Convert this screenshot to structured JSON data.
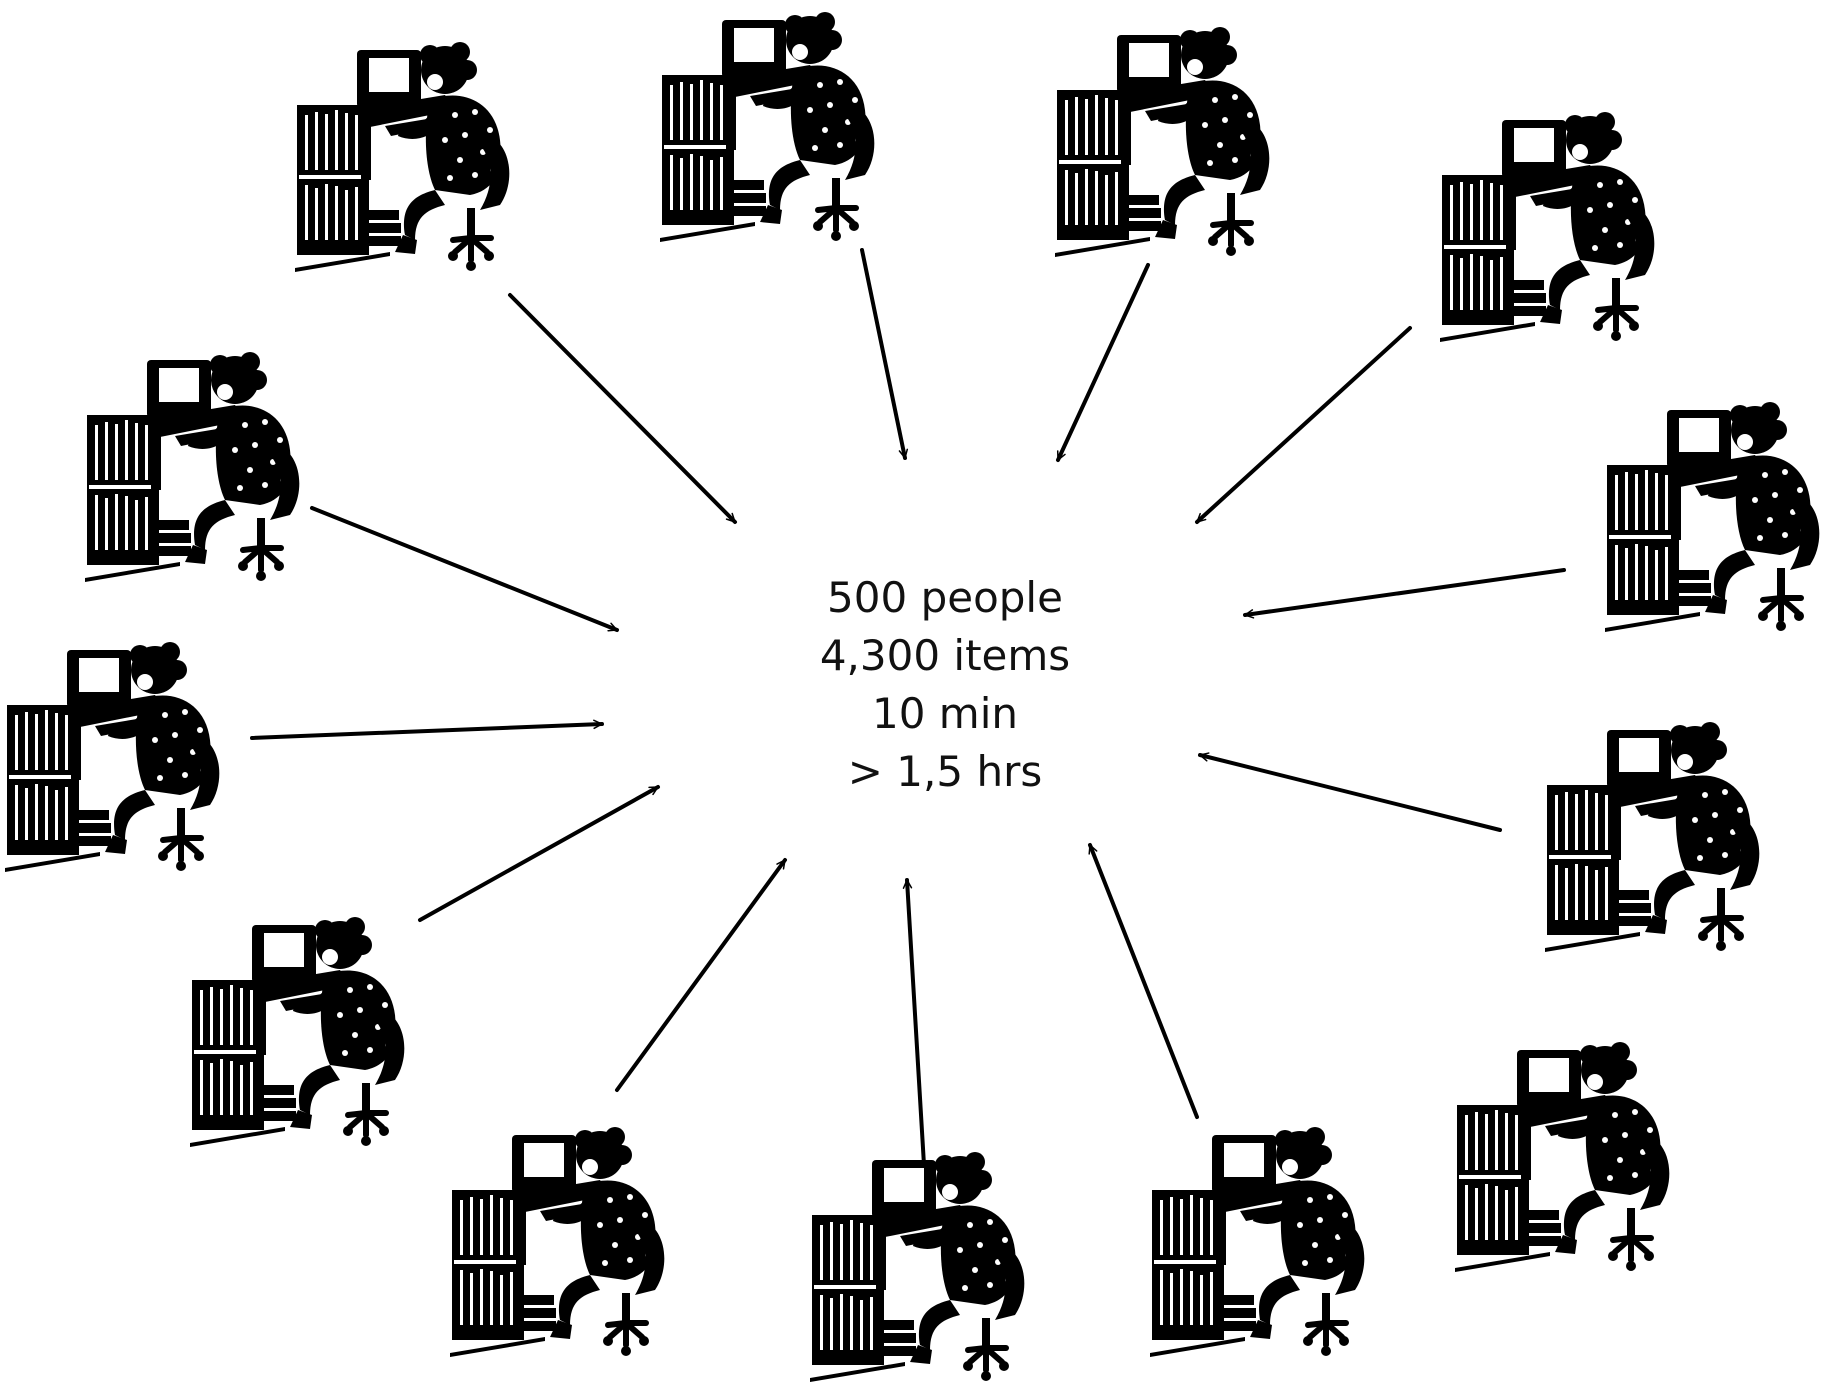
{
  "hub": {
    "lines": [
      "500 people",
      "4,300 items",
      "10 min",
      "> 1,5 hrs"
    ]
  },
  "nodes": [
    {
      "id": "worker-1",
      "icon": "person-at-computer-icon"
    },
    {
      "id": "worker-2",
      "icon": "person-at-computer-icon"
    },
    {
      "id": "worker-3",
      "icon": "person-at-computer-icon"
    },
    {
      "id": "worker-4",
      "icon": "person-at-computer-icon"
    },
    {
      "id": "worker-5",
      "icon": "person-at-computer-icon"
    },
    {
      "id": "worker-6",
      "icon": "person-at-computer-icon"
    },
    {
      "id": "worker-7",
      "icon": "person-at-computer-icon"
    },
    {
      "id": "worker-8",
      "icon": "person-at-computer-icon"
    },
    {
      "id": "worker-9",
      "icon": "person-at-computer-icon"
    },
    {
      "id": "worker-10",
      "icon": "person-at-computer-icon"
    },
    {
      "id": "worker-11",
      "icon": "person-at-computer-icon"
    },
    {
      "id": "worker-12",
      "icon": "person-at-computer-icon"
    },
    {
      "id": "worker-13",
      "icon": "person-at-computer-icon"
    },
    {
      "id": "worker-14",
      "icon": "person-at-computer-icon"
    }
  ],
  "colors": {
    "ink": "#000000",
    "background": "#ffffff"
  }
}
